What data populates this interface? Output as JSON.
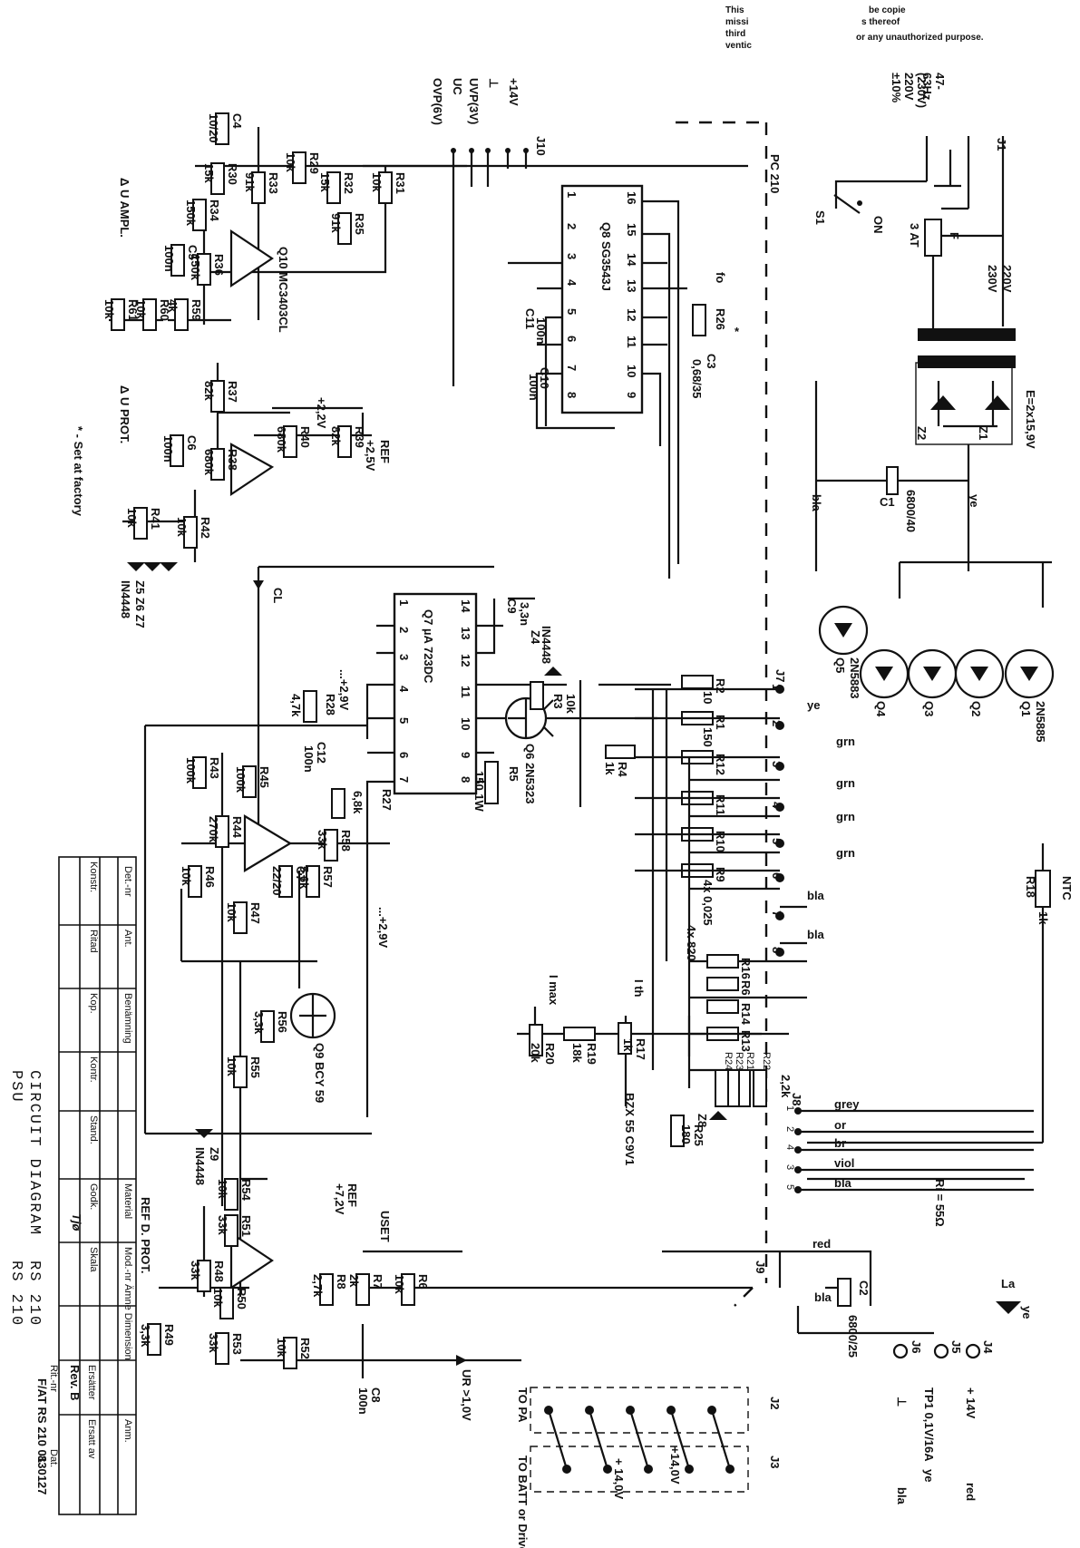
{
  "notice": {
    "lines": [
      "This",
      "missi",
      "third",
      "ventic"
    ],
    "right_lines": [
      "be copie",
      "s thereof",
      "or any unauthorized purpose."
    ]
  },
  "mains": {
    "voltages": [
      "(230V)",
      "220V",
      "±10%"
    ],
    "freq": [
      "47-",
      "63Hz"
    ],
    "switch": "S1",
    "switch_state": "ON",
    "fuse": "F",
    "fuse_rating": "3 AT",
    "transformer": [
      "230V",
      "220V"
    ],
    "connector": "J1"
  },
  "supply": {
    "rectifier": "E=2x15,9V",
    "z1": "Z1",
    "z2": "Z2",
    "c1": "C1",
    "c1_value": "6800/40",
    "wire_bla": "bla",
    "wire_ye": "ye"
  },
  "control": {
    "connector": "J10",
    "lines": [
      "+14V",
      "⊥",
      "UVP(3V)",
      "UC",
      "OVP(6V)"
    ],
    "ic": "Q8 SG3543J",
    "pins_top": [
      "16",
      "15",
      "14",
      "13",
      "12",
      "11",
      "10",
      "9"
    ],
    "pins_bot": [
      "1",
      "2",
      "3",
      "4",
      "5",
      "6",
      "7",
      "8"
    ],
    "pc": "PC 210",
    "fo": "fo",
    "r26": "R26",
    "c3": "C3",
    "c3_value": "0,68/35",
    "c10": "C10",
    "c10_value": "100n",
    "c11": "C11",
    "c11_value": "100n"
  },
  "ampl": {
    "title": "Δ U AMPL.",
    "q10": "Q10 MC3403CL",
    "parts": [
      {
        "ref": "C4",
        "val": "10/20"
      },
      {
        "ref": "R30",
        "val": "15k"
      },
      {
        "ref": "R33",
        "val": "91k"
      },
      {
        "ref": "R29",
        "val": "10k"
      },
      {
        "ref": "R32",
        "val": "15k"
      },
      {
        "ref": "R31",
        "val": "10k"
      },
      {
        "ref": "R35",
        "val": "91k"
      },
      {
        "ref": "R34",
        "val": "150k"
      },
      {
        "ref": "C5",
        "val": "100n"
      },
      {
        "ref": "R36",
        "val": "150k"
      },
      {
        "ref": "R59",
        "val": "4k"
      },
      {
        "ref": "R60",
        "val": "10k"
      },
      {
        "ref": "R61",
        "val": "10k"
      }
    ]
  },
  "prot": {
    "title": "Δ U PROT.",
    "ref22": "+2,2V",
    "ref25": "+2,5V",
    "ref_lbl": "REF",
    "parts": [
      {
        "ref": "R37",
        "val": "82k"
      },
      {
        "ref": "R40",
        "val": "680k"
      },
      {
        "ref": "R39",
        "val": "82k"
      },
      {
        "ref": "C6",
        "val": "100n"
      },
      {
        "ref": "R38",
        "val": "680k"
      },
      {
        "ref": "R41",
        "val": "10k"
      },
      {
        "ref": "R42",
        "val": "10k"
      }
    ],
    "zeners": "Z5 Z6 Z7",
    "zener_type": "IN4448",
    "note": "* - Set at factory"
  },
  "regulator": {
    "ic": "Q7 µA 723DC",
    "pins_top": [
      "14",
      "13",
      "12",
      "11",
      "10",
      "9",
      "8"
    ],
    "pins_bot": [
      "1",
      "2",
      "3",
      "4",
      "5",
      "6",
      "7"
    ],
    "cl": "CL",
    "v29": "...+2,9V",
    "c9": "C9",
    "c9_val": "3,3n",
    "z4": "Z4",
    "z4_type": "IN4448",
    "r3": "R3",
    "r3_val": "10k",
    "q6": "Q6 2N5323",
    "r5": "R5",
    "r5_val": "150 1W",
    "r28": "R28",
    "r28_val": "4,7k",
    "c12": "C12",
    "c12_val": "100n",
    "r27": "R27",
    "r27_val": "6,8k"
  },
  "outputs": {
    "transistors": [
      {
        "ref": "Q5",
        "type": "2N5883"
      },
      {
        "ref": "Q4",
        "type": ""
      },
      {
        "ref": "Q3",
        "type": ""
      },
      {
        "ref": "Q2",
        "type": ""
      },
      {
        "ref": "Q1",
        "type": "2N5885"
      }
    ],
    "pins": [
      "1",
      "2",
      "3",
      "4",
      "5",
      "6",
      "7",
      "8"
    ],
    "wires": [
      "ye",
      "grn",
      "grn",
      "grn",
      "grn",
      "bla",
      "bla"
    ],
    "emitters": [
      {
        "ref": "R2",
        "val": "10"
      },
      {
        "ref": "R1",
        "val": "150"
      },
      {
        "ref": "R12",
        "val": ""
      },
      {
        "ref": "R11",
        "val": ""
      },
      {
        "ref": "R10",
        "val": ""
      },
      {
        "ref": "R9",
        "val": "4x 0,025"
      }
    ],
    "r4": "R4",
    "r4_val": "1k",
    "sense": [
      "R16",
      "R6",
      "R14",
      "R13"
    ],
    "sense_val": "4x 820",
    "connector": "J7"
  },
  "limits": {
    "imax": "I max",
    "ith": "I th",
    "r20": "R20",
    "r20_val": "20k",
    "r19": "R19",
    "r19_val": "18k",
    "r17": "R17",
    "r17_val": "1k",
    "z8": "Z8",
    "z8_type": "BZX 55 C9V1",
    "r25": "R25",
    "r25_val": "180",
    "bank": [
      "R21",
      "R22",
      "R23",
      "R24"
    ],
    "bank_val": "2,2k",
    "j8": "J8",
    "j8_wires": [
      "grey",
      "or",
      "br",
      "viol",
      "bla"
    ],
    "j8_pins": [
      "1",
      "2",
      "4",
      "3",
      "5"
    ]
  },
  "lower": {
    "parts": [
      {
        "ref": "R43",
        "val": "100k"
      },
      {
        "ref": "R45",
        "val": "100k"
      },
      {
        "ref": "R44",
        "val": "270k"
      },
      {
        "ref": "R46",
        "val": "10k"
      },
      {
        "ref": "R47",
        "val": "10k"
      },
      {
        "ref": "C7",
        "val": "22/20"
      },
      {
        "ref": "R57",
        "val": "5,6k"
      },
      {
        "ref": "R58",
        "val": "33k"
      },
      {
        "ref": "R56",
        "val": "3,3k"
      },
      {
        "ref": "R55",
        "val": "10k"
      },
      {
        "ref": "R54",
        "val": "10k"
      },
      {
        "ref": "R51",
        "val": "33k"
      },
      {
        "ref": "R48",
        "val": "33k"
      },
      {
        "ref": "R50",
        "val": "10k"
      },
      {
        "ref": "R49",
        "val": "3,3k"
      },
      {
        "ref": "R53",
        "val": "33k"
      },
      {
        "ref": "R52",
        "val": "10k"
      },
      {
        "ref": "R8",
        "val": "2,7k"
      },
      {
        "ref": "R7",
        "val": "2k"
      },
      {
        "ref": "R6",
        "val": "10k"
      }
    ],
    "q9": "Q9 BCY 59",
    "z9": "Z9",
    "z9_type": "IN4448",
    "v29b": "...+2,9V",
    "ref72": "+7,2V",
    "ref_lbl": "REF",
    "refprot": "REF D. PROT.",
    "uset": "USET",
    "ur": "UR >1,0V",
    "c8": "C8",
    "c8_val": "100n"
  },
  "bottom": {
    "j9": "J9",
    "red": "red",
    "bla": "bla",
    "c2": "C2",
    "c2_val": "6800/25",
    "ri": "Ri = 55Ω",
    "la": "La",
    "la_color": "ye",
    "j4": "J4",
    "j5": "J5",
    "j6": "J6",
    "tp": "TP1 0,1V/16A",
    "tp_wire": "ye",
    "v14": "+ 14V",
    "red2": "red",
    "gnd": "⊥",
    "bla2": "bla",
    "j2": "J2",
    "j3": "J3",
    "to_pa": "TO PA",
    "to_batt": "TO BATT or Driver",
    "v140a": "+ 14,0V",
    "v140b": "+14,0V",
    "ntc": "NTC",
    "r18": "R18",
    "r18_val": "1k"
  },
  "title_block": {
    "title": "CIRCUIT DIAGRAM",
    "subtitle": "PSU",
    "drawing_no": "RS 210",
    "drawing_sub": "RS 210",
    "headers": [
      "Det.-nr",
      "Ant.",
      "Benämning",
      "Material",
      "Mod.-nr Ämne Dimension",
      "Anm."
    ],
    "row_labels": [
      "Konstr.",
      "Ritad",
      "Kop.",
      "Kontr.",
      "Stand.",
      "Godk.",
      "Skala"
    ],
    "rev": "Rev. B",
    "rev_label": "Rit.-nr",
    "ritnr": "F/AT  RS 210 01",
    "date_label": "Dat.",
    "date": "830127",
    "ersatter": "Ersätter",
    "ersatt_av": "Ersatt av",
    "signature": "Tjø"
  }
}
